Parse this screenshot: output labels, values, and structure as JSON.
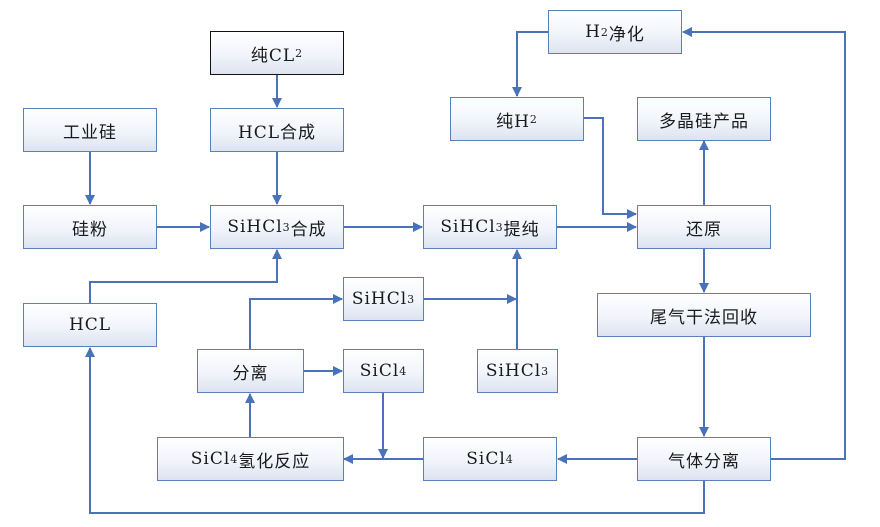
{
  "diagram": {
    "title": "",
    "line_color": "#4a72b8",
    "nodes": {
      "pure_cl2": {
        "pre": "纯CL",
        "sub": "2",
        "post": ""
      },
      "hcl_synth": {
        "pre": "HCL合成",
        "sub": "",
        "post": ""
      },
      "industrial_si": {
        "pre": "工业硅",
        "sub": "",
        "post": ""
      },
      "si_powder": {
        "pre": "硅粉",
        "sub": "",
        "post": ""
      },
      "sihcl3_synth": {
        "pre": "SiHCl",
        "sub": "3",
        "post": "合成"
      },
      "sihcl3_purify": {
        "pre": "SiHCl",
        "sub": "3",
        "post": "提纯"
      },
      "h2_purify": {
        "pre": "H",
        "sub": "2",
        "post": "净化"
      },
      "pure_h2": {
        "pre": "纯H",
        "sub": "2",
        "post": ""
      },
      "polysi_product": {
        "pre": "多晶硅产品",
        "sub": "",
        "post": ""
      },
      "reduction": {
        "pre": "还原",
        "sub": "",
        "post": ""
      },
      "tail_gas_recovery": {
        "pre": "尾气干法回收",
        "sub": "",
        "post": ""
      },
      "hcl": {
        "pre": "HCL",
        "sub": "",
        "post": ""
      },
      "sihcl3_mid": {
        "pre": "SiHCl",
        "sub": "3",
        "post": ""
      },
      "separation": {
        "pre": "分离",
        "sub": "",
        "post": ""
      },
      "sicl4_mid": {
        "pre": "SiCl",
        "sub": "4",
        "post": ""
      },
      "sihcl3_right": {
        "pre": "SiHCl",
        "sub": "3",
        "post": ""
      },
      "sicl4_hydrogenation": {
        "pre": "SiCl",
        "sub": "4",
        "post": "氢化反应"
      },
      "sicl4_bottom": {
        "pre": "SiCl",
        "sub": "4",
        "post": ""
      },
      "gas_separation": {
        "pre": "气体分离",
        "sub": "",
        "post": ""
      }
    },
    "edges": [
      {
        "from": "pure_cl2",
        "to": "hcl_synth"
      },
      {
        "from": "hcl_synth",
        "to": "sihcl3_synth"
      },
      {
        "from": "industrial_si",
        "to": "si_powder"
      },
      {
        "from": "si_powder",
        "to": "sihcl3_synth"
      },
      {
        "from": "hcl",
        "to": "sihcl3_synth"
      },
      {
        "from": "sihcl3_synth",
        "to": "sihcl3_purify"
      },
      {
        "from": "sihcl3_purify",
        "to": "reduction"
      },
      {
        "from": "h2_purify",
        "to": "pure_h2"
      },
      {
        "from": "pure_h2",
        "to": "reduction"
      },
      {
        "from": "reduction",
        "to": "polysi_product"
      },
      {
        "from": "reduction",
        "to": "tail_gas_recovery"
      },
      {
        "from": "tail_gas_recovery",
        "to": "gas_separation"
      },
      {
        "from": "gas_separation",
        "to": "h2_purify"
      },
      {
        "from": "gas_separation",
        "to": "sicl4_bottom"
      },
      {
        "from": "gas_separation",
        "to": "hcl"
      },
      {
        "from": "sicl4_bottom",
        "to": "sicl4_hydrogenation"
      },
      {
        "from": "sicl4_mid",
        "to": "sicl4_hydrogenation"
      },
      {
        "from": "sicl4_hydrogenation",
        "to": "separation"
      },
      {
        "from": "separation",
        "to": "sihcl3_mid"
      },
      {
        "from": "separation",
        "to": "sicl4_mid"
      },
      {
        "from": "sihcl3_mid",
        "to": "sihcl3_purify"
      },
      {
        "from": "sihcl3_right",
        "to": "sihcl3_purify"
      }
    ]
  }
}
